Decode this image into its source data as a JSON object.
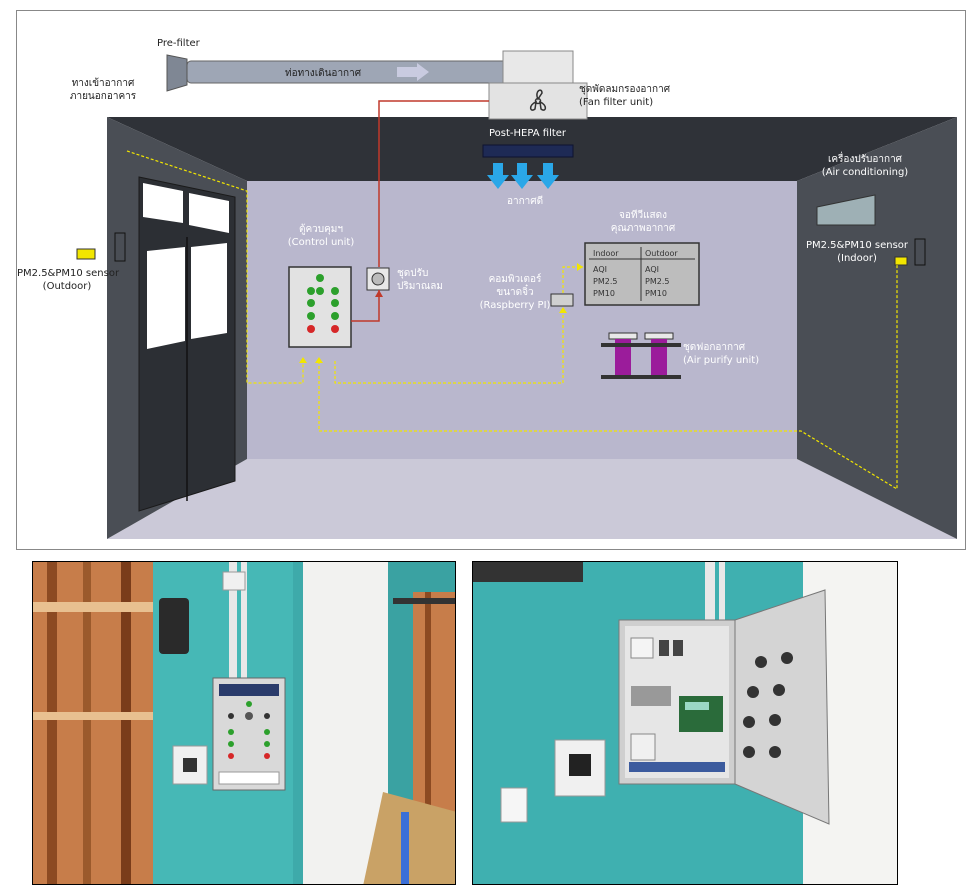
{
  "diagram": {
    "intake_label_line1": "ทางเข้าอากาศ",
    "intake_label_line2": "ภายนอกอาคาร",
    "prefilter_label": "Pre-filter",
    "duct_label": "ท่อทางเดินอากาศ",
    "fan_filter_label_line1": "ชุดพัดลมกรองอากาศ",
    "fan_filter_label_line2": "(Fan filter unit)",
    "post_hepa_label": "Post-HEPA filter",
    "clean_air_label": "อากาศดี",
    "control_unit_line1": "ตู้ควบคุมฯ",
    "control_unit_line2": "(Control unit)",
    "airflow_adjust_line1": "ชุดปรับ",
    "airflow_adjust_line2": "ปริมาณลม",
    "display_title_line1": "จอทีวีแสดง",
    "display_title_line2": "คุณภาพอากาศ",
    "display_table": {
      "headers": [
        "Indoor",
        "Outdoor"
      ],
      "rows": [
        [
          "AQI",
          "AQI"
        ],
        [
          "PM2.5",
          "PM2.5"
        ],
        [
          "PM10",
          "PM10"
        ]
      ]
    },
    "computer_line1": "คอมพิวเตอร์",
    "computer_line2": "ขนาดจิ๋ว",
    "computer_line3": "(Raspberry PI)",
    "purifier_line1": "ชุดฟอกอากาศ",
    "purifier_line2": "(Air purify unit)",
    "ac_line1": "เครื่องปรับอากาศ",
    "ac_line2": "(Air conditioning)",
    "sensor_in_line1": "PM2.5&PM10 sensor",
    "sensor_in_line2": "(Indoor)",
    "sensor_out_line1": "PM2.5&PM10 sensor",
    "sensor_out_line2": "(Outdoor)"
  },
  "photos": [
    {
      "name": "control-box-closed-photo"
    },
    {
      "name": "control-box-open-photo"
    }
  ],
  "colors": {
    "wall_dark": "#4a4e55",
    "floor": "#c9c7d6",
    "back_wall": "#b8b6cc",
    "sensor_wire": "#f2e600",
    "power_wire": "#c0392b",
    "purifier": "#9b1c9b",
    "airflow_arrow": "#2aa7e8",
    "photo_wall": "#3fb0b0"
  }
}
